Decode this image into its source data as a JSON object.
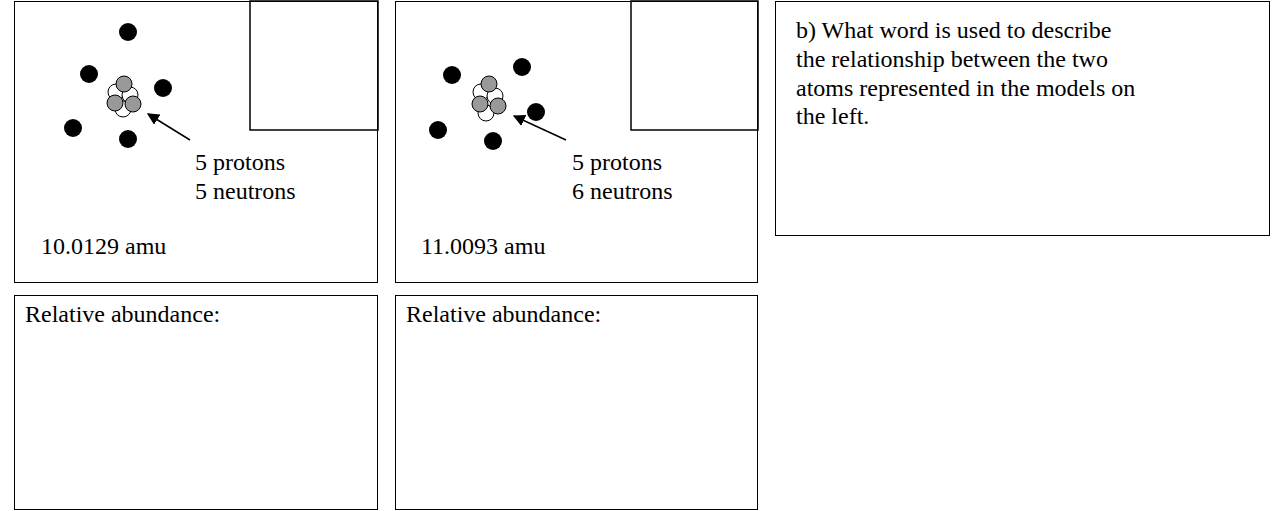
{
  "diagram": {
    "nodes": [
      {
        "text": [
          "5 protons 5 neutrons",
          "10.0129 amu"
        ]
      },
      {
        "text": [
          "5 protons 6 neutrons",
          "11.0093 amu"
        ]
      },
      {
        "text": [
          "b) What word is used to describe the relationship between the two atoms represented in the models on the left."
        ]
      },
      {
        "text": [
          "Relative abundance:"
        ]
      },
      {
        "text": [
          "Relative abundance:"
        ]
      }
    ]
  }
}
